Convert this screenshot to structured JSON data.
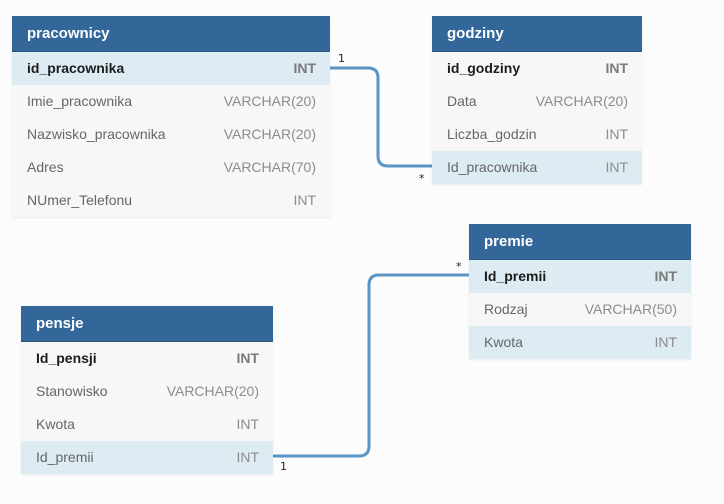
{
  "tables": {
    "pracownicy": {
      "title": "pracownicy",
      "rows": [
        {
          "name": "id_pracownika",
          "type": "INT"
        },
        {
          "name": "Imie_pracownika",
          "type": "VARCHAR(20)"
        },
        {
          "name": "Nazwisko_pracownika",
          "type": "VARCHAR(20)"
        },
        {
          "name": "Adres",
          "type": "VARCHAR(70)"
        },
        {
          "name": "NUmer_Telefonu",
          "type": "INT"
        }
      ]
    },
    "godziny": {
      "title": "godziny",
      "rows": [
        {
          "name": "id_godziny",
          "type": "INT"
        },
        {
          "name": "Data",
          "type": "VARCHAR(20)"
        },
        {
          "name": "Liczba_godzin",
          "type": "INT"
        },
        {
          "name": "Id_pracownika",
          "type": "INT"
        }
      ]
    },
    "pensje": {
      "title": "pensje",
      "rows": [
        {
          "name": "Id_pensji",
          "type": "INT"
        },
        {
          "name": "Stanowisko",
          "type": "VARCHAR(20)"
        },
        {
          "name": "Kwota",
          "type": "INT"
        },
        {
          "name": "Id_premii",
          "type": "INT"
        }
      ]
    },
    "premie": {
      "title": "premie",
      "rows": [
        {
          "name": "Id_premii",
          "type": "INT"
        },
        {
          "name": "Rodzaj",
          "type": "VARCHAR(50)"
        },
        {
          "name": "Kwota",
          "type": "INT"
        }
      ]
    }
  },
  "relations": {
    "pracownicy_godziny": {
      "from_card": "1",
      "to_card": "*"
    },
    "pensje_premie": {
      "from_card": "1",
      "to_card": "*"
    }
  },
  "colors": {
    "header": "#336699",
    "connector": "#5b95c4",
    "highlight_row": "#ddebf3"
  }
}
